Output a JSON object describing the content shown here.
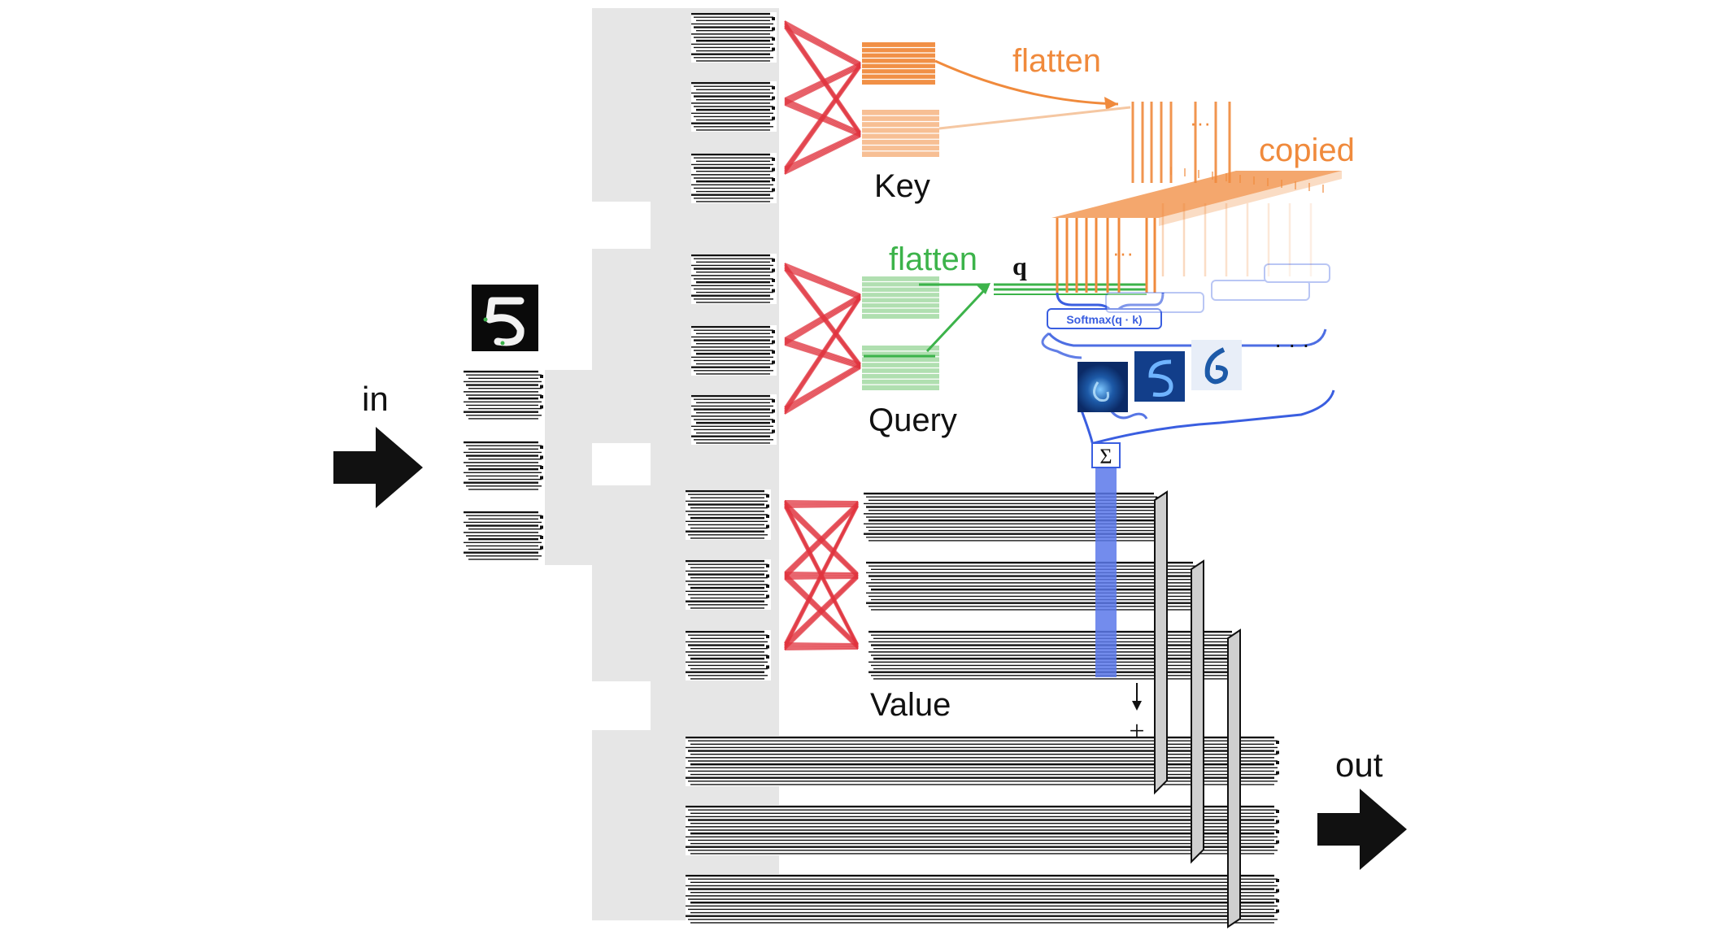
{
  "labels": {
    "in": "in",
    "out": "out",
    "key": "Key",
    "query": "Query",
    "value": "Value",
    "flatten_key": "flatten",
    "flatten_query": "flatten",
    "copied": "copied",
    "q": "q",
    "softmax": "Softmax(q · k)",
    "ellipsis": "· · ·",
    "sigma": "Σ",
    "plus": "+"
  },
  "colors": {
    "key": "#f08a3c",
    "query": "#3cb34a",
    "attention": "#3a5ee0",
    "connections": "#e0343f",
    "background_panel": "#e6e6e6",
    "blocks": "#111111"
  },
  "icons": {
    "input_digit": "digit-5-image",
    "attention_maps": "attention-heatmap-images"
  }
}
